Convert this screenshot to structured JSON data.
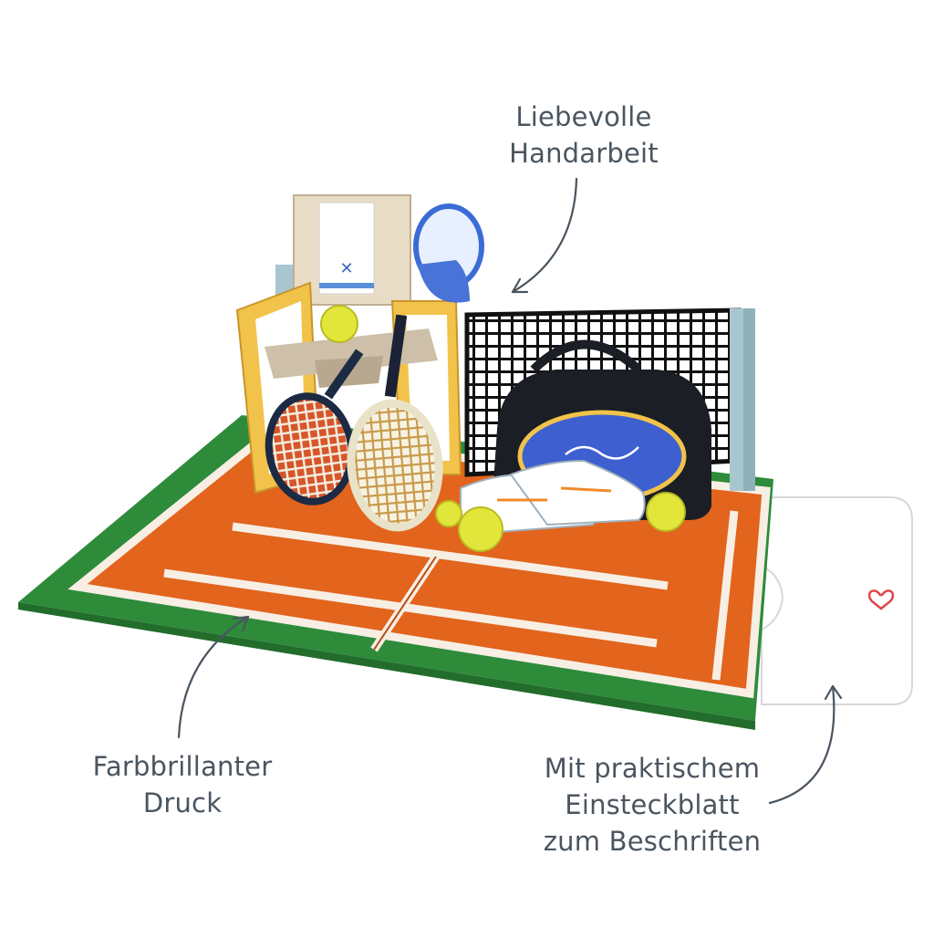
{
  "annotations": {
    "handmade": [
      "Liebevolle",
      "Handarbeit"
    ],
    "print": [
      "Farbbrillanter",
      "Druck"
    ],
    "insert": [
      "Mit praktischem",
      "Einsteckblatt",
      "zum Beschriften"
    ]
  },
  "colors": {
    "court_clay": "#e2641d",
    "court_clay_dark": "#c9551a",
    "court_green": "#2e8b3a",
    "court_green_dark": "#226c2c",
    "court_lines": "#f7eee4",
    "net": "#111111",
    "net_post": "#a8c6cf",
    "chair_frame": "#f2c34a",
    "bag_blue": "#3e5fd0",
    "bag_black": "#1b1e24",
    "ball": "#e3e63a",
    "text": "#4a5560",
    "arrow": "#4a5560",
    "heart_logo": "#e0454a"
  },
  "illustration": {
    "subject": "pop-up card tennis court",
    "objects": [
      "umpire-chair",
      "towel",
      "cap",
      "tennis-net",
      "racket",
      "racket",
      "sports-bag",
      "sneakers",
      "tennis-balls",
      "insert-card"
    ]
  }
}
